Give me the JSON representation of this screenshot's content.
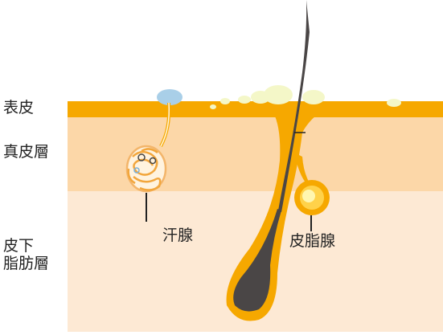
{
  "layers": {
    "epidermis": "表皮",
    "dermis": "真皮層",
    "subcutis": "皮下\n脂肪層"
  },
  "structures": {
    "sweat_gland": "汗腺",
    "sebaceous_gland": "皮脂腺"
  },
  "colors": {
    "epidermis": "#f6a800",
    "dermis": "#fcd7a8",
    "subcutis": "#fde9d4",
    "hair": "#4a4646",
    "sebum": "#f4f7c8",
    "sweat": "#a9cfe8"
  }
}
